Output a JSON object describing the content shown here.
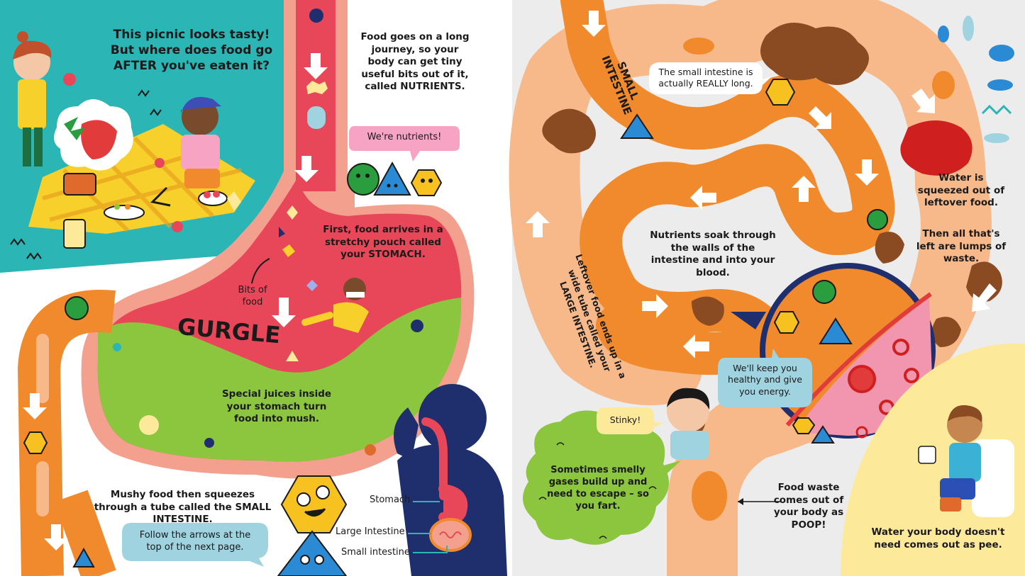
{
  "left_page": {
    "intro_text": "This picnic looks tasty! But where does food go AFTER you've eaten it?",
    "journey_text": "Food goes on a long journey, so your body can get tiny useful bits out of it, called NUTRIENTS.",
    "nutrients_bubble": "We're nutrients!",
    "stomach_text": "First, food arrives in a stretchy pouch called your STOMACH.",
    "bits_label": "Bits of food",
    "gurgle": "GURGLE",
    "juices_text": "Special juices inside your stomach turn food into mush.",
    "small_intestine_text": "Mushy food then squeezes through a tube called the SMALL INTESTINE.",
    "arrows_bubble": "Follow the arrows at the top of the next page.",
    "body_labels": {
      "stomach": "Stomach",
      "large_intestine": "Large Intestine",
      "small_intestine": "Small intestine"
    }
  },
  "right_page": {
    "small_intestine_title": "SMALL INTESTINE",
    "long_bubble": "The small intestine is actually REALLY long.",
    "nutrients_soak_text": "Nutrients soak through the walls of the intestine and into your blood.",
    "large_intestine_text": "Leftover food ends up in a wide tube called your LARGE INTESTINE.",
    "water_text": "Water is squeezed out of leftover food.",
    "waste_text": "Then all that's left are lumps of waste.",
    "energy_bubble": "We'll keep you healthy and give you energy.",
    "stinky_bubble": "Stinky!",
    "gases_text": "Sometimes smelly gases build up and need to escape – so you fart.",
    "poop_text": "Food waste comes out of your body as POOP!",
    "pee_text": "Water your body doesn't need comes out as pee."
  },
  "colors": {
    "teal": "#2cb5b5",
    "esophagus_red": "#e8475a",
    "stomach_pink": "#f4a08f",
    "juice_green": "#8cc63f",
    "intestine_orange": "#f08a2c",
    "large_intestine_peach": "#f7b98a",
    "navy": "#1f2f6e",
    "yellow": "#fde99a"
  }
}
